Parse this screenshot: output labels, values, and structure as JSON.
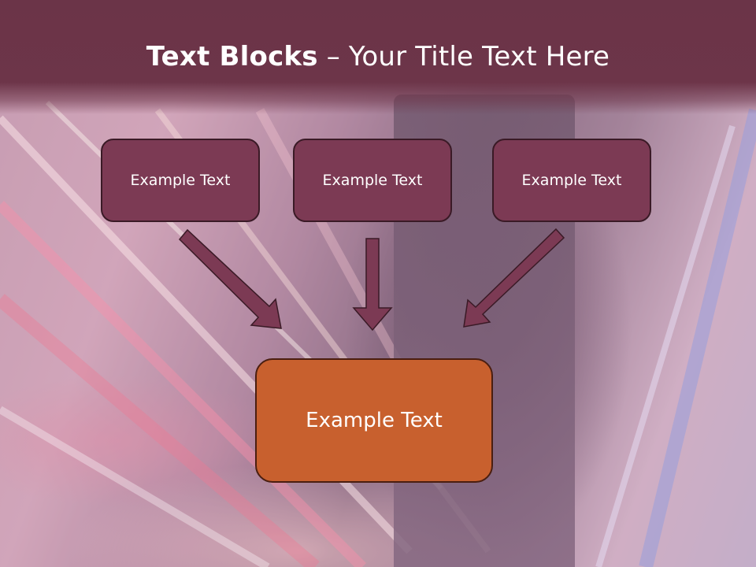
{
  "slide": {
    "title_bold": "Text Blocks",
    "title_dash": " – ",
    "title_rest": "Your Title Text Here"
  },
  "blocks": {
    "left": "Example Text",
    "center": "Example Text",
    "right": "Example Text",
    "bottom": "Example Text"
  },
  "colors": {
    "title_bar": "#6d3549",
    "block_fill": "#7c3a54",
    "bottom_block_fill": "#c8602e",
    "arrow_fill": "#7c3a54"
  }
}
